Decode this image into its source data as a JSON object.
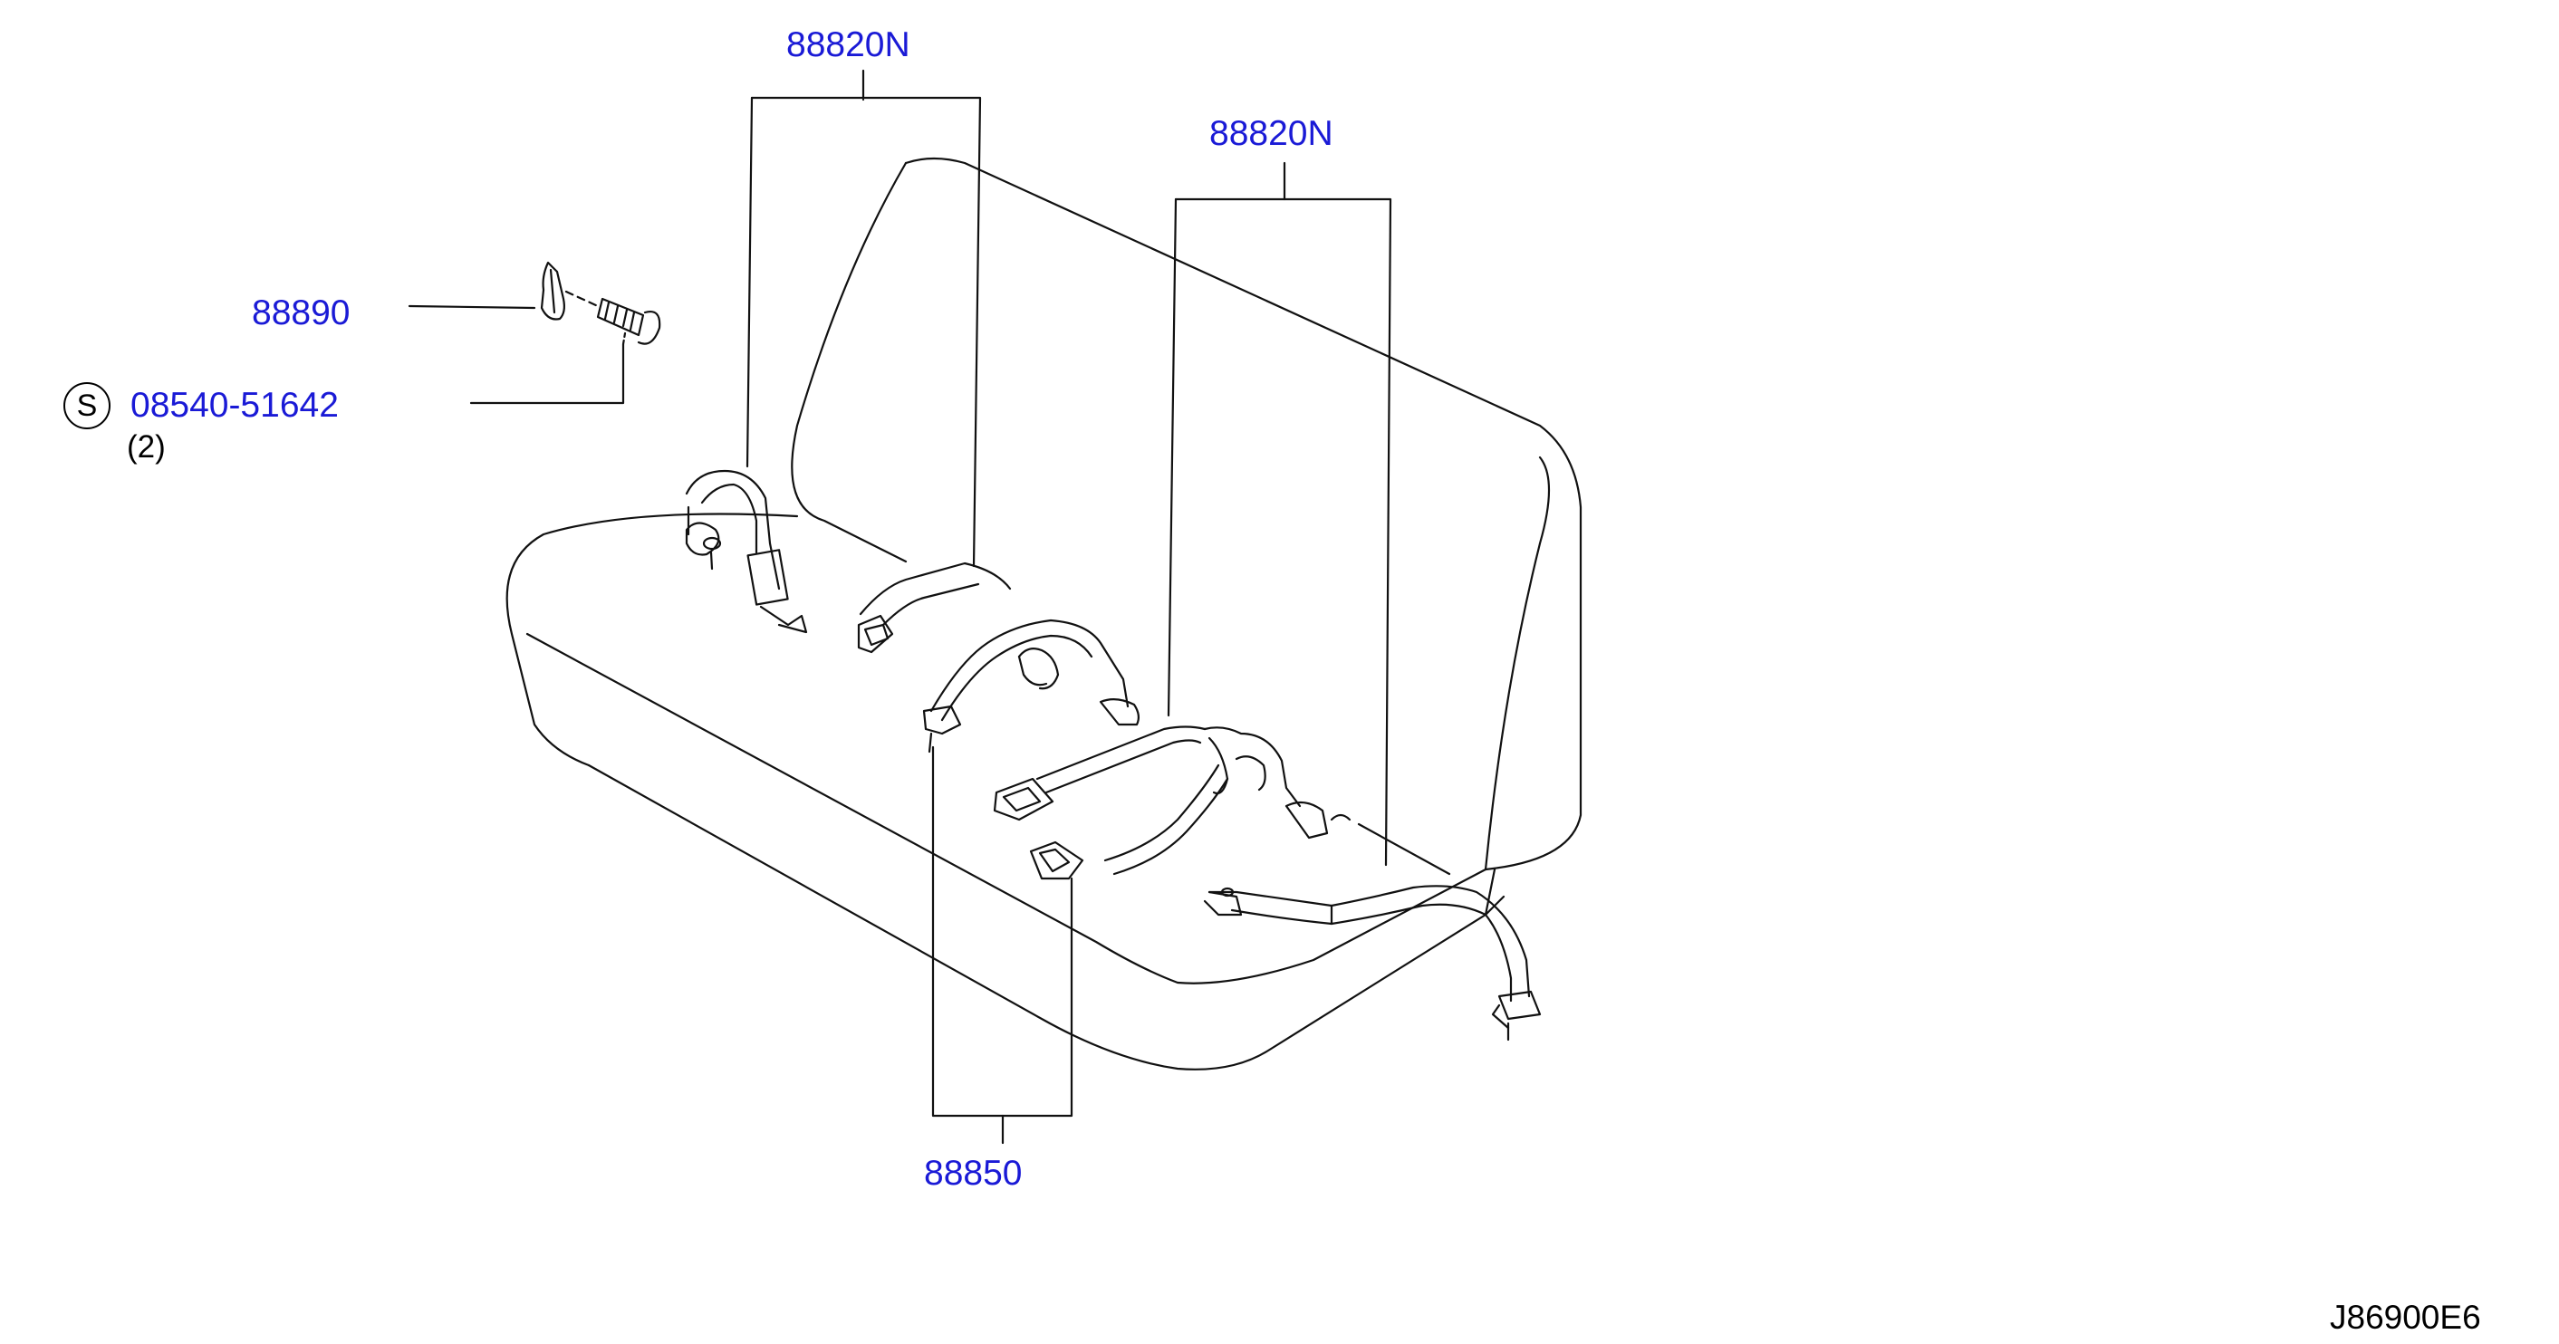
{
  "colors": {
    "part_number": "#1a1ad6",
    "line_art": "#111111",
    "background": "#ffffff"
  },
  "callouts": {
    "belt_left": "88820N",
    "belt_right": "88820N",
    "anchor_bracket": "88890",
    "bolt": "08540-51642",
    "bolt_qty": "(2)",
    "bolt_symbol": "S",
    "buckles": "88850"
  },
  "diagram_code": "J86900E6"
}
